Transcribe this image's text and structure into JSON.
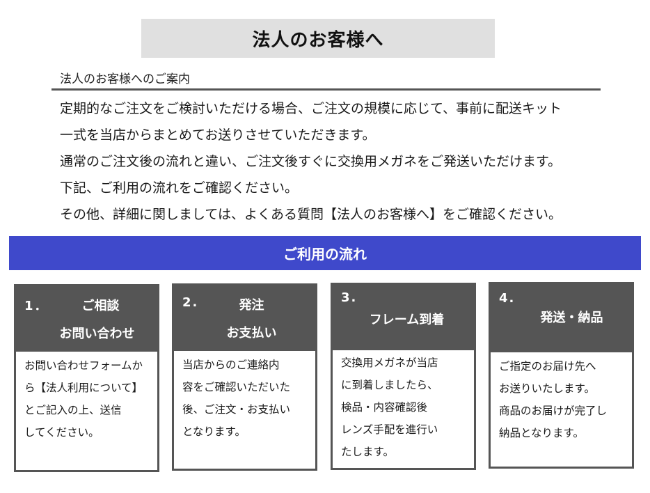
{
  "header": {
    "title": "法人のお客様へ"
  },
  "intro": {
    "heading": "法人のお客様へのご案内",
    "lines": [
      "定期的なご注文をご検討いただける場合、ご注文の規模に応じて、事前に配送キット",
      "一式を当店からまとめてお送りさせていただきます。",
      "通常のご注文後の流れと違い、ご注文後すぐに交換用メガネをご発送いただけます。",
      "下記、ご利用の流れをご確認ください。",
      "その他、詳細に関しましては、よくある質問【法人のお客様へ】をご確認ください。"
    ]
  },
  "flow": {
    "title": "ご利用の流れ",
    "colors": {
      "bar": "#3f49cb",
      "card_header": "#555555"
    },
    "steps": [
      {
        "number": "1．",
        "title_line1": "ご相談",
        "title_line2": "お問い合わせ",
        "body": [
          "お問い合わせフォームか",
          "ら【法人利用について】",
          "とご記入の上、送信",
          "してください。"
        ]
      },
      {
        "number": "2.",
        "title_line1": "発注",
        "title_line2": "お支払い",
        "body": [
          "当店からのご連絡内",
          "容をご確認いただいた",
          "後、ご注文・お支払い",
          "となります。"
        ]
      },
      {
        "number": "3.",
        "title_line1": "フレーム到着",
        "title_line2": "",
        "body": [
          "交換用メガネが当店",
          "に到着しましたら、",
          "検品・内容確認後",
          "レンズ手配を進行い",
          "たします。"
        ]
      },
      {
        "number": "4.",
        "title_line1": "発送・納品",
        "title_line2": "",
        "body": [
          "ご指定のお届け先へ",
          "お送りいたします。",
          "商品のお届けが完了し",
          "納品となります。"
        ]
      }
    ]
  }
}
